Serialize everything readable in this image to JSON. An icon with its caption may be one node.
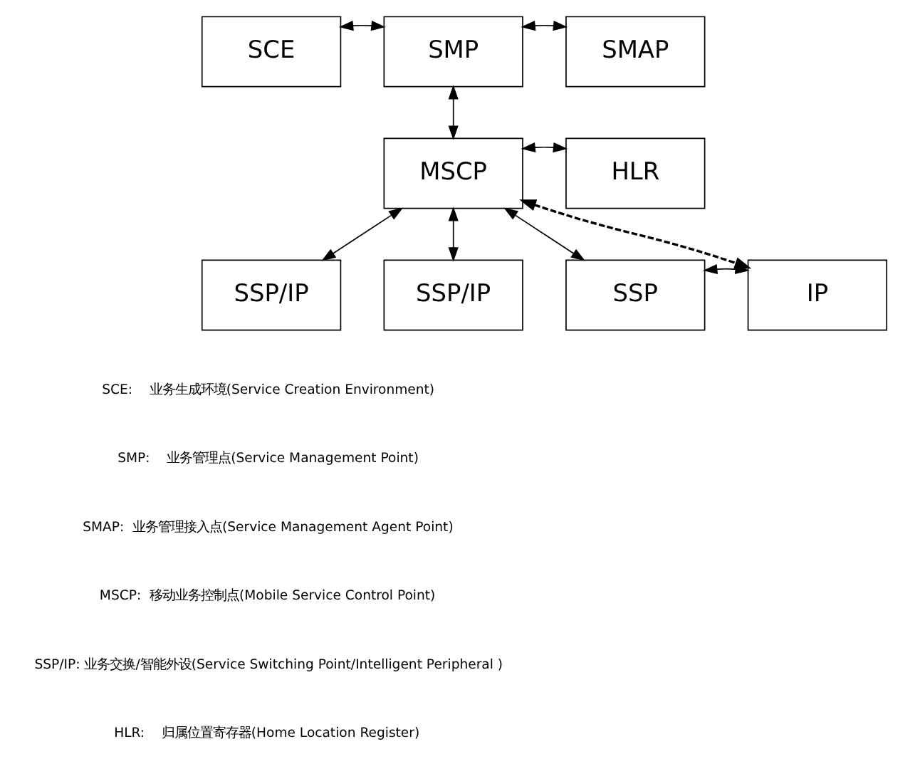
{
  "diagram": {
    "nodes": [
      {
        "text": [
          "SCE"
        ]
      },
      {
        "text": [
          "SMP"
        ]
      },
      {
        "text": [
          "SMAP"
        ]
      },
      {
        "text": [
          "MSCP"
        ]
      },
      {
        "text": [
          "HLR"
        ]
      },
      {
        "text": [
          "SSP/IP"
        ]
      },
      {
        "text": [
          "SSP/IP"
        ]
      },
      {
        "text": [
          "SSP"
        ]
      },
      {
        "text": [
          "IP"
        ]
      }
    ],
    "edges": [
      {
        "from": 0,
        "to": 1,
        "arrow": "both"
      },
      {
        "from": 1,
        "to": 2,
        "arrow": "both"
      },
      {
        "from": 1,
        "to": 3,
        "arrow": "both"
      },
      {
        "from": 3,
        "to": 4,
        "arrow": "both"
      },
      {
        "from": 3,
        "to": 5,
        "arrow": "both"
      },
      {
        "from": 3,
        "to": 6,
        "arrow": "both"
      },
      {
        "from": 3,
        "to": 7,
        "arrow": "both"
      },
      {
        "from": 7,
        "to": 8,
        "arrow": "both"
      },
      {
        "from": 3,
        "to": 8,
        "arrow": "both",
        "style": "dashed"
      }
    ],
    "labels": [
      "SCE:    业务生成环境(Service Creation Environment)",
      "SMP:    业务管理点(Service Management Point)",
      "SMAP:  业务管理接入点(Service Management Agent Point)",
      "MSCP:  移动业务控制点(Mobile Service Control Point)",
      "SSP/IP: 业务交换/智能外设(Service Switching Point/Intelligent Peripheral )",
      "HLR:    归属位置寄存器(Home Location Register)"
    ]
  }
}
